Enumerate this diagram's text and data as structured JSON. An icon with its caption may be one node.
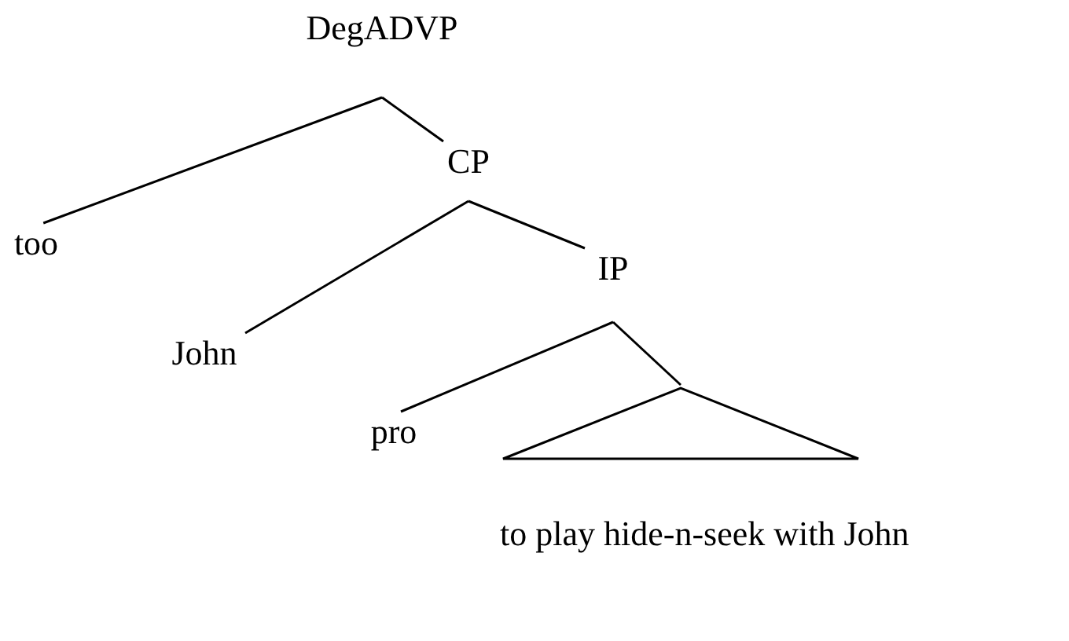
{
  "diagram": {
    "nodes": [
      {
        "text": [
          "DegADVP"
        ]
      },
      {
        "text": [
          "too"
        ]
      },
      {
        "text": [
          "CP"
        ]
      },
      {
        "text": [
          "John"
        ]
      },
      {
        "text": [
          "IP"
        ]
      },
      {
        "text": [
          "pro"
        ]
      },
      {
        "text": [
          "to play hide-n-seek with John"
        ]
      }
    ],
    "edges": [
      {
        "from": 0,
        "to": 1,
        "arrow": "none"
      },
      {
        "from": 0,
        "to": 2,
        "arrow": "none"
      },
      {
        "from": 2,
        "to": 3,
        "arrow": "none"
      },
      {
        "from": 2,
        "to": 4,
        "arrow": "none"
      },
      {
        "from": 4,
        "to": 5,
        "arrow": "none"
      },
      {
        "from": 4,
        "to": 6,
        "arrow": "none"
      }
    ]
  }
}
